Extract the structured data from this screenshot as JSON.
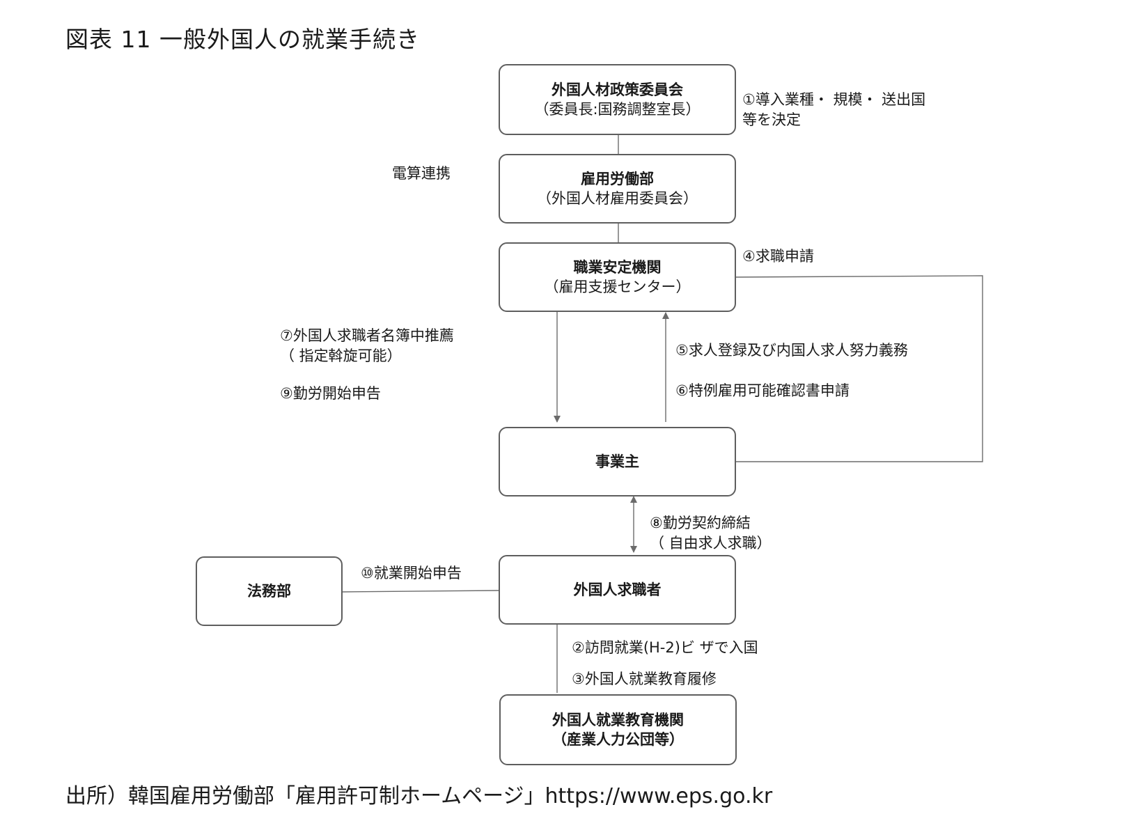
{
  "title": "図表 11 一般外国人の就業手続き",
  "boxes": {
    "committee": {
      "line1": "外国人材政策委員会",
      "line2": "（委員長:国務調整室長）"
    },
    "ministry": {
      "line1": "雇用労働部",
      "line2": "（外国人材雇用委員会）"
    },
    "agency": {
      "line1": "職業安定機関",
      "line2": "（雇用支援センター）"
    },
    "employer": {
      "line1": "事業主"
    },
    "justice": {
      "line1": "法務部"
    },
    "jobseeker": {
      "line1": "外国人求職者"
    },
    "education": {
      "line1": "外国人就業教育機関",
      "line2": "（産業人力公団等）"
    }
  },
  "labels": {
    "step1_line1": "①導入業種・ 規模・ 送出国",
    "step1_line2": "等を決定",
    "computer_link": "電算連携",
    "step4": "④求職申請",
    "step7_line1": "⑦外国人求職者名簿中推薦",
    "step7_line2": "（ 指定斡旋可能）",
    "step9": "⑨勤労開始申告",
    "step5": "⑤求人登録及び内国人求人努力義務",
    "step6": "⑥特例雇用可能確認書申請",
    "step8_line1": "⑧勤労契約締結",
    "step8_line2": "（ 自由求人求職）",
    "step10": "⑩就業開始申告",
    "step2": "②訪問就業(H-2)ビ ザで入国",
    "step3": "③外国人就業教育履修"
  },
  "colors": {
    "line": "#6b6b6b",
    "border": "#5e5e5e"
  },
  "footer": "出所）韓国雇用労働部「雇用許可制ホームページ」https://www.eps.go.kr"
}
